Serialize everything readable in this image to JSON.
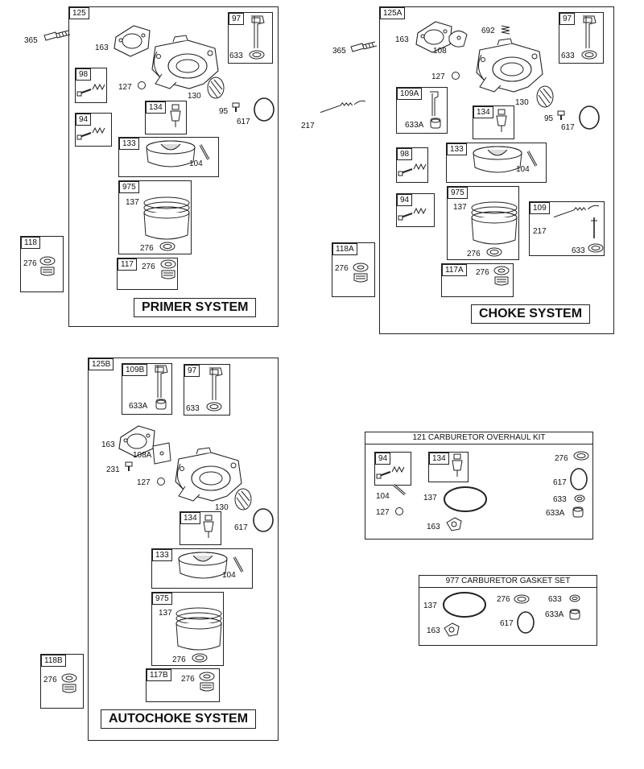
{
  "primer": {
    "box_label": "125",
    "system_title": "PRIMER SYSTEM",
    "l365": "365",
    "l163": "163",
    "l127": "127",
    "l130": "130",
    "l95": "95",
    "l617": "617",
    "k97": "97",
    "l633": "633",
    "k98": "98",
    "k134": "134",
    "k94": "94",
    "k133": "133",
    "l104": "104",
    "k975": "975",
    "l137": "137",
    "l276": "276",
    "k117": "117",
    "l117_276": "276",
    "k118": "118",
    "l118_276": "276"
  },
  "choke": {
    "box_label": "125A",
    "system_title": "CHOKE SYSTEM",
    "l365": "365",
    "l217": "217",
    "l163": "163",
    "l108": "108",
    "l692": "692",
    "l127": "127",
    "l130": "130",
    "l95": "95",
    "l617": "617",
    "k97": "97",
    "l633": "633",
    "k109a": "109A",
    "l633a": "633A",
    "k134": "134",
    "k98": "98",
    "k133": "133",
    "l104": "104",
    "k94": "94",
    "k975": "975",
    "l137": "137",
    "l276": "276",
    "k109": "109",
    "l109_217": "217",
    "l109_633": "633",
    "k117a": "117A",
    "l117a_276": "276",
    "k118a": "118A",
    "l118a_276": "276"
  },
  "autochoke": {
    "box_label": "125B",
    "system_title": "AUTOCHOKE SYSTEM",
    "k109b": "109B",
    "l633a": "633A",
    "k97": "97",
    "l633": "633",
    "l163": "163",
    "l108a": "108A",
    "l231": "231",
    "l127": "127",
    "l130": "130",
    "l617": "617",
    "k134": "134",
    "k133": "133",
    "l104": "104",
    "k975": "975",
    "l137": "137",
    "l276": "276",
    "k117b": "117B",
    "l117b_276": "276",
    "k118b": "118B",
    "l118b_276": "276"
  },
  "overhaul_kit": {
    "title": "121 CARBURETOR OVERHAUL KIT",
    "k94": "94",
    "k134": "134",
    "l104": "104",
    "l127": "127",
    "l137": "137",
    "l163": "163",
    "l276": "276",
    "l617": "617",
    "l633": "633",
    "l633a": "633A"
  },
  "gasket_set": {
    "title": "977 CARBURETOR GASKET SET",
    "l137": "137",
    "l163": "163",
    "l276": "276",
    "l617": "617",
    "l633": "633",
    "l633a": "633A"
  }
}
